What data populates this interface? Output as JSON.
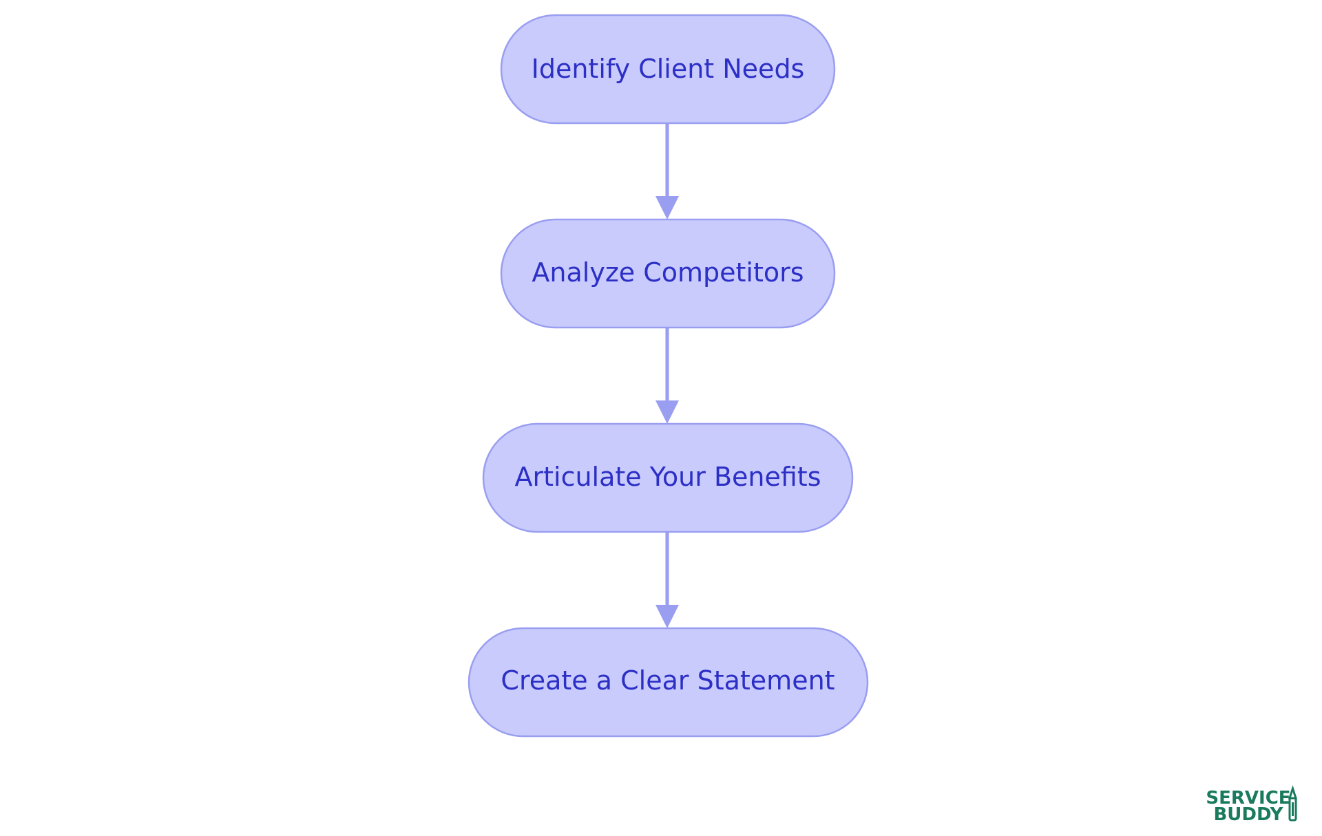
{
  "diagram": {
    "type": "flowchart",
    "direction": "top-to-bottom",
    "nodes": [
      {
        "id": "n1",
        "label": "Identify Client Needs"
      },
      {
        "id": "n2",
        "label": "Analyze Competitors"
      },
      {
        "id": "n3",
        "label": "Articulate Your Benefits"
      },
      {
        "id": "n4",
        "label": "Create a Clear Statement"
      }
    ],
    "edges": [
      {
        "from": "n1",
        "to": "n2"
      },
      {
        "from": "n2",
        "to": "n3"
      },
      {
        "from": "n3",
        "to": "n4"
      }
    ]
  },
  "logo": {
    "line1": "SERVICE",
    "line2": "BUDDY",
    "icon": "pencil-icon"
  },
  "colors": {
    "node_fill": "#c9cbfd",
    "node_stroke": "#9a9ef0",
    "label_text": "#2c2fc4",
    "arrow": "#9a9ef0",
    "logo": "#1a7a5e"
  }
}
